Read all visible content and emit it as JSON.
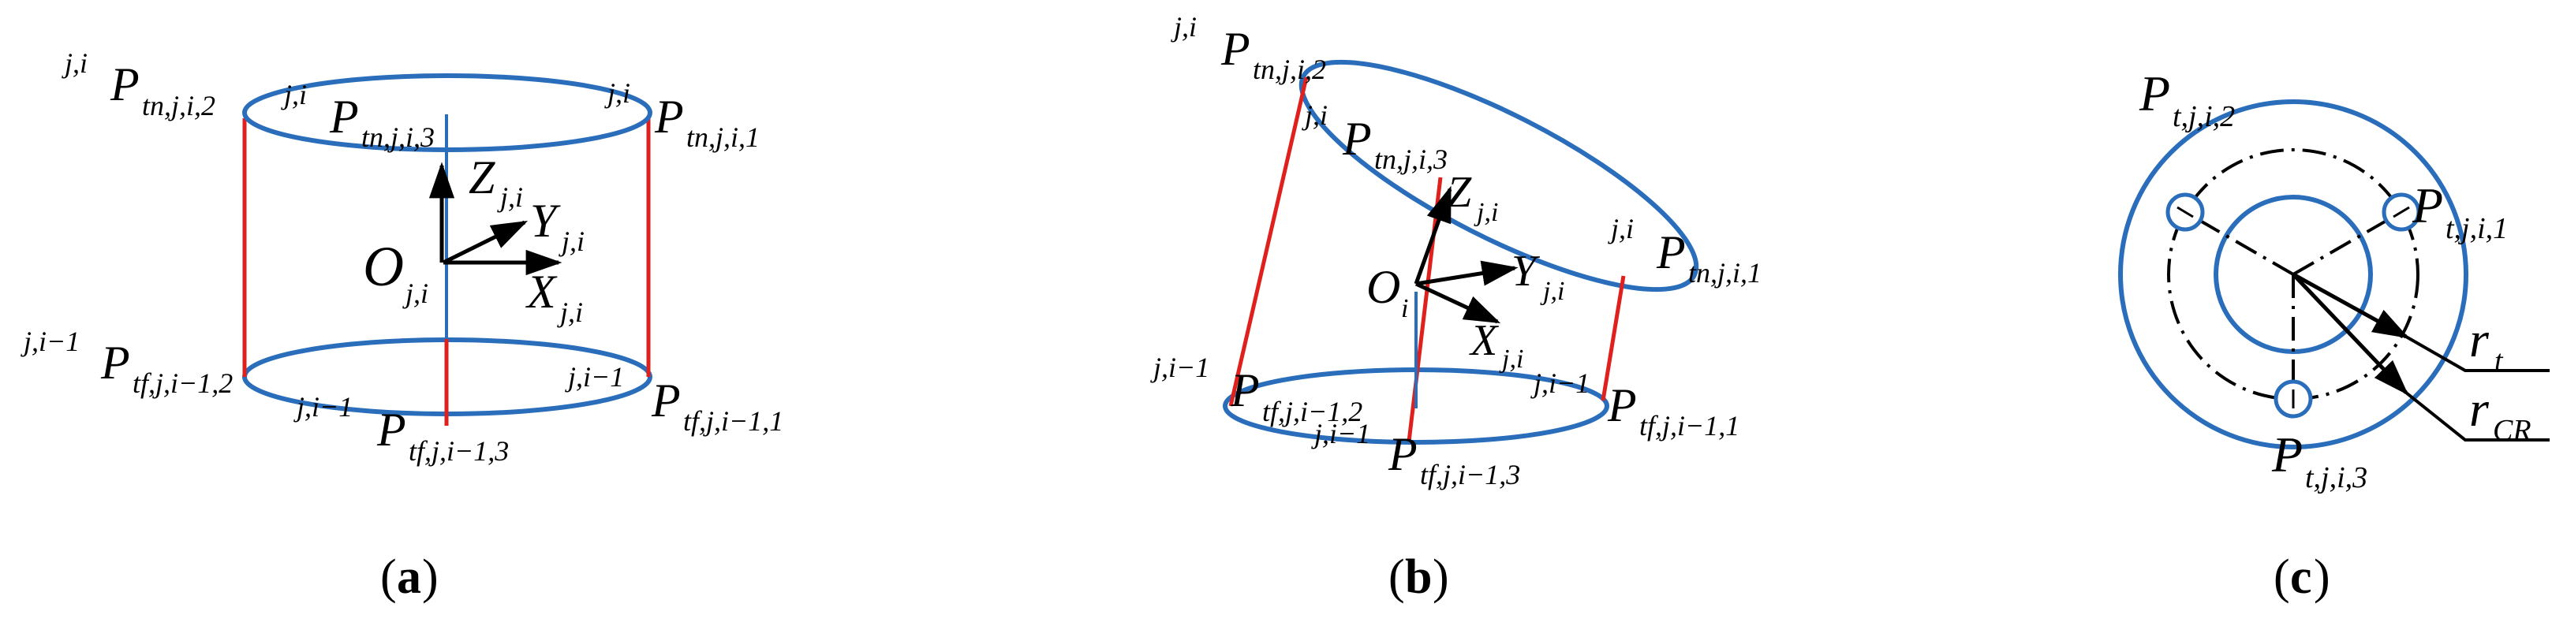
{
  "colors": {
    "ellipse": "#2a6ebb",
    "leg": "#e0201c",
    "axis": "#000000"
  },
  "panels": [
    {
      "caption": {
        "open": "(",
        "letter": "a",
        "close": ")"
      },
      "points": {
        "top_left": {
          "pre": "j,i",
          "base": "P",
          "sub": "tn,j,i,2"
        },
        "top_mid": {
          "pre": "j,i",
          "base": "P",
          "sub": "tn,j,i,3"
        },
        "top_right": {
          "pre": "j,i",
          "base": "P",
          "sub": "tn,j,i,1"
        },
        "bot_left": {
          "pre": "j,i−1",
          "base": "P",
          "sub": "tf,j,i−1,2"
        },
        "bot_mid": {
          "pre": "j,i−1",
          "base": "P",
          "sub": "tf,j,i−1,3"
        },
        "bot_right": {
          "pre": "j,i−1",
          "base": "P",
          "sub": "tf,j,i−1,1"
        }
      },
      "frame": {
        "origin": {
          "base": "O",
          "sub": "j,i"
        },
        "z": {
          "base": "Z",
          "sub": "j,i"
        },
        "y": {
          "base": "Y",
          "sub": "j,i"
        },
        "x": {
          "base": "X",
          "sub": "j,i"
        }
      }
    },
    {
      "caption": {
        "open": "(",
        "letter": "b",
        "close": ")"
      },
      "points": {
        "top_left": {
          "pre": "j,i",
          "base": "P",
          "sub": "tn,j,i,2"
        },
        "top_mid": {
          "pre": "j,i",
          "base": "P",
          "sub": "tn,j,i,3"
        },
        "top_right": {
          "pre": "j,i",
          "base": "P",
          "sub": "tn,j,i,1"
        },
        "bot_left": {
          "pre": "j,i−1",
          "base": "P",
          "sub": "tf,j,i−1,2"
        },
        "bot_mid": {
          "pre": "j,i−1",
          "base": "P",
          "sub": "tf,j,i−1,3"
        },
        "bot_right": {
          "pre": "j,i−1",
          "base": "P",
          "sub": "tf,j,i−1,1"
        }
      },
      "frame": {
        "origin": {
          "base": "O",
          "sub": "i"
        },
        "z": {
          "base": "Z",
          "sub": "j,i"
        },
        "y": {
          "base": "Y",
          "sub": "j,i"
        },
        "x": {
          "base": "X",
          "sub": "j,i"
        }
      }
    },
    {
      "caption": {
        "open": "(",
        "letter": "c",
        "close": ")"
      },
      "points": {
        "p2": {
          "base": "P",
          "sub": "t,j,i,2"
        },
        "p1": {
          "base": "P",
          "sub": "t,j,i,1"
        },
        "p3": {
          "base": "P",
          "sub": "t,j,i,3"
        }
      },
      "radii": {
        "rt": {
          "base": "r",
          "sub": "t"
        },
        "rcr": {
          "base": "r",
          "sub": "CR"
        }
      }
    }
  ]
}
